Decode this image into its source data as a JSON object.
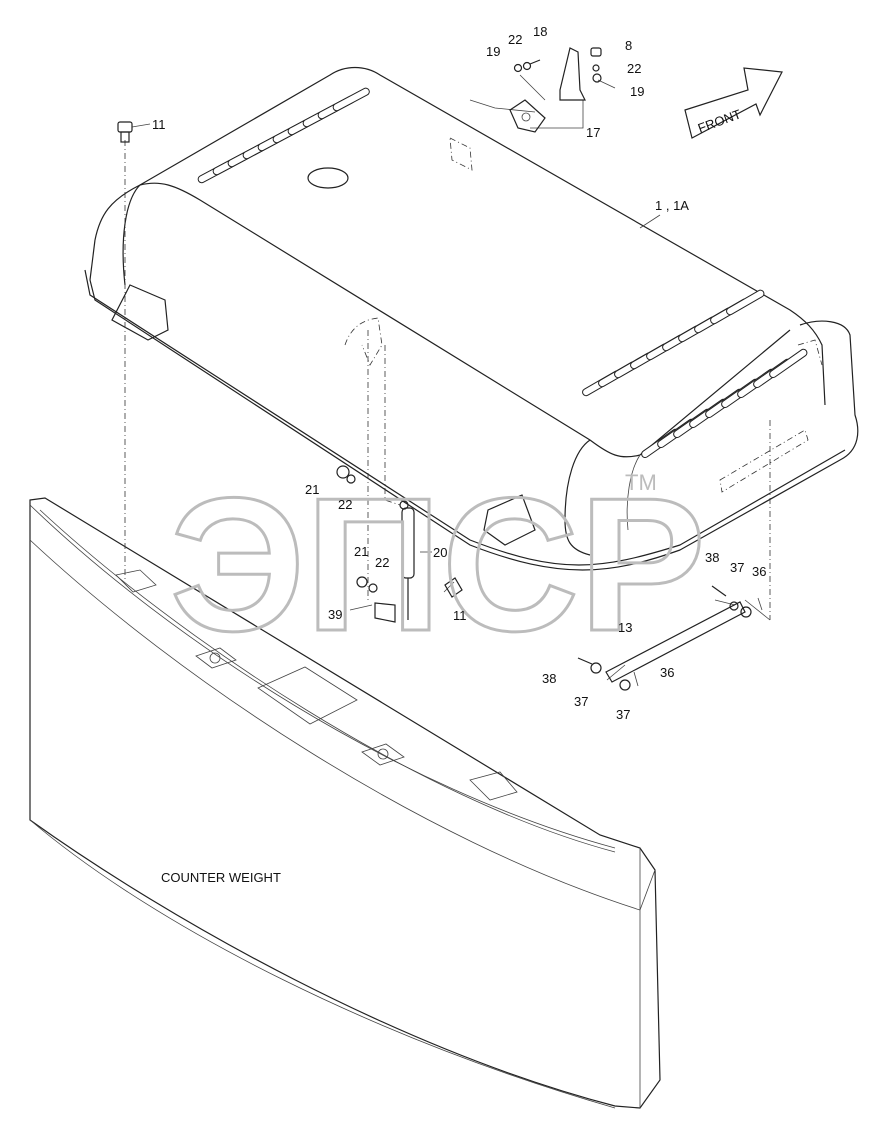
{
  "watermark": {
    "text": "ЭПСР",
    "tm": "TM"
  },
  "front_arrow": {
    "text": "FRONT"
  },
  "counterweight_label": "COUNTER WEIGHT",
  "callouts": [
    {
      "id": "c-11a",
      "text": "11"
    },
    {
      "id": "c-19a",
      "text": "19"
    },
    {
      "id": "c-22a",
      "text": "22"
    },
    {
      "id": "c-18",
      "text": "18"
    },
    {
      "id": "c-8",
      "text": "8"
    },
    {
      "id": "c-22b",
      "text": "22"
    },
    {
      "id": "c-19b",
      "text": "19"
    },
    {
      "id": "c-17",
      "text": "17"
    },
    {
      "id": "c-1",
      "text": "1 , 1A"
    },
    {
      "id": "c-21a",
      "text": "21"
    },
    {
      "id": "c-22c",
      "text": "22"
    },
    {
      "id": "c-20",
      "text": "20"
    },
    {
      "id": "c-21b",
      "text": "21"
    },
    {
      "id": "c-22d",
      "text": "22"
    },
    {
      "id": "c-39",
      "text": "39"
    },
    {
      "id": "c-11b",
      "text": "11"
    },
    {
      "id": "c-38a",
      "text": "38"
    },
    {
      "id": "c-37a",
      "text": "37"
    },
    {
      "id": "c-36a",
      "text": "36"
    },
    {
      "id": "c-13",
      "text": "13"
    },
    {
      "id": "c-38b",
      "text": "38"
    },
    {
      "id": "c-37b",
      "text": "37"
    },
    {
      "id": "c-37c",
      "text": "37"
    },
    {
      "id": "c-36b",
      "text": "36"
    }
  ]
}
